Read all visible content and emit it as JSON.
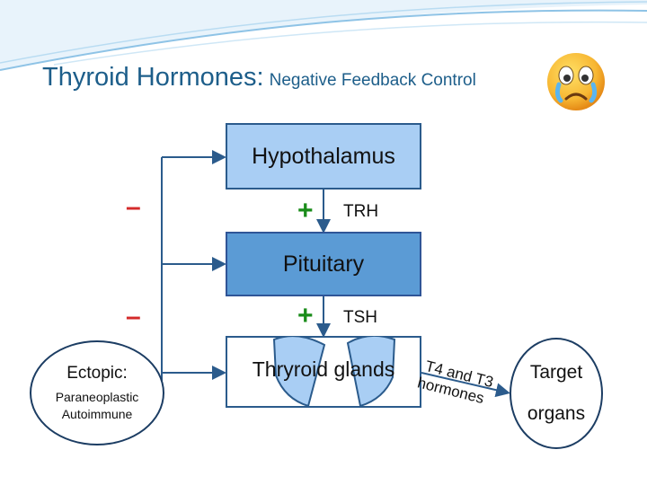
{
  "title": {
    "main": "Thyroid Hormones:",
    "sub": "Negative Feedback Control"
  },
  "icons": {
    "crying_face": "crying-face-icon"
  },
  "nodes": {
    "hypothalamus": "Hypothalamus",
    "pituitary": "Pituitary",
    "thyroid": "Thryroid glands",
    "ectopic": {
      "title": "Ectopic:",
      "lines": [
        "Paraneoplastic",
        "Autoimmune"
      ]
    },
    "target": [
      "Target",
      "organs"
    ]
  },
  "signals": {
    "trh": "TRH",
    "tsh": "TSH",
    "plus": "+",
    "minus": "–",
    "t4_t3_line1": "T4 and T3",
    "t4_t3_line2": "hormones"
  },
  "colors": {
    "title": "#1d5e8a",
    "hypothalamus_fill": "#a9cef4",
    "pituitary_fill": "#5b9bd5",
    "stimulation": "#1a8c1a",
    "inhibition": "#d42a2a",
    "lobe_fill": "#a9cef4"
  }
}
